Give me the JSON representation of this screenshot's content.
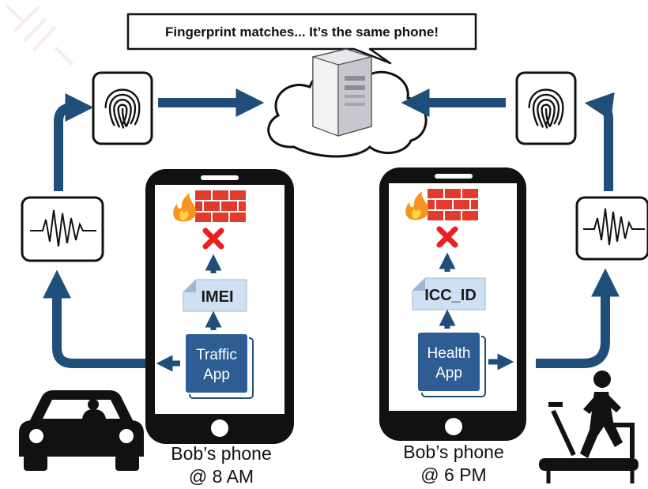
{
  "bubble": {
    "text": "Fingerprint matches... It’s the same phone!"
  },
  "left_phone": {
    "app_line1": "Traffic",
    "app_line2": "App",
    "identifier": "IMEI",
    "caption_line1": "Bob’s phone",
    "caption_line2": "@ 8 AM"
  },
  "right_phone": {
    "app_line1": "Health",
    "app_line2": "App",
    "identifier": "ICC_ID",
    "caption_line1": "Bob’s phone",
    "caption_line2": "@ 6 PM"
  },
  "icons": [
    "fingerprint-icon",
    "waveform-icon",
    "server-icon",
    "cloud-icon",
    "firewall-icon",
    "fire-icon",
    "blocked-x-icon",
    "car-icon",
    "treadmill-icon"
  ],
  "colors": {
    "arrow": "#1f4e79",
    "app_box": "#2e5d94",
    "doc": "#cfe0f3",
    "x": "#e8201f",
    "brick": "#e23b2c"
  }
}
